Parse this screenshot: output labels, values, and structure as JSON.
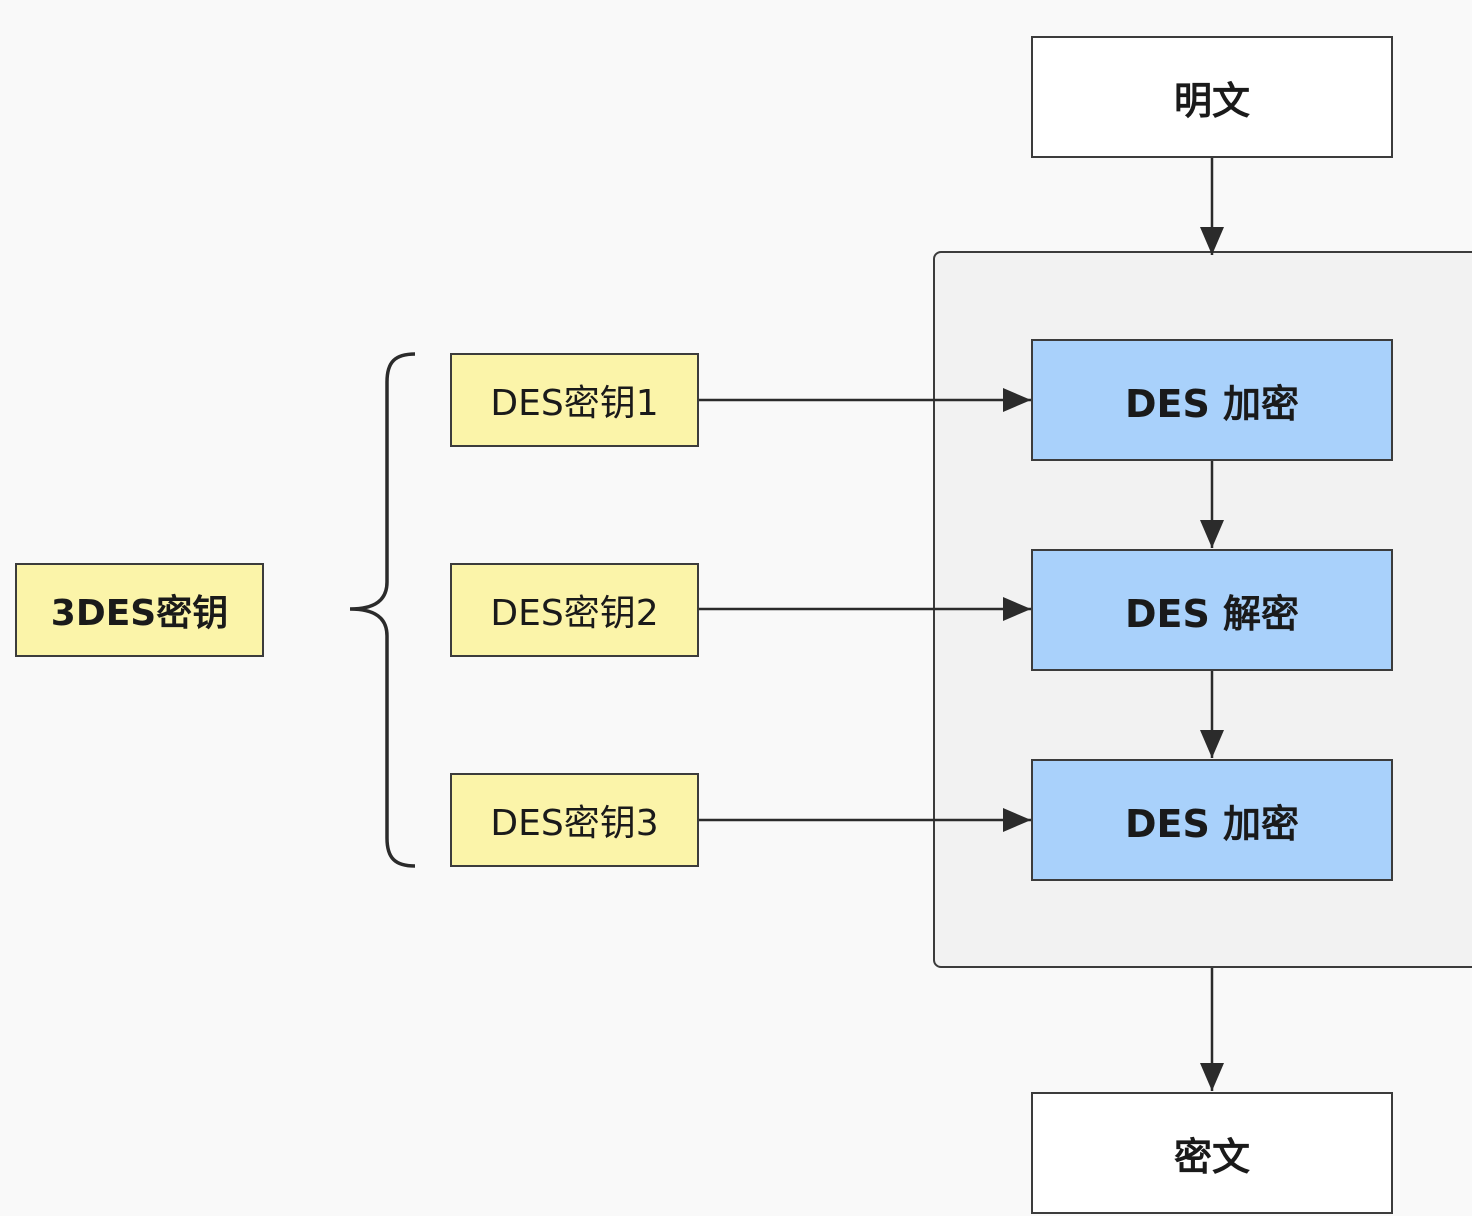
{
  "nodes": {
    "plaintext": "明文",
    "ciphertext": "密文",
    "des_encrypt_1": "DES 加密",
    "des_decrypt": "DES 解密",
    "des_encrypt_2": "DES 加密",
    "key_3des": "3DES密钥",
    "key_1": "DES密钥1",
    "key_2": "DES密钥2",
    "key_3": "DES密钥3"
  },
  "colors": {
    "process_fill": "#a9d1fb",
    "key_fill": "#fbf4a9",
    "io_fill": "#ffffff",
    "group_fill": "#f2f2f2",
    "stroke": "#3c3c3c"
  }
}
